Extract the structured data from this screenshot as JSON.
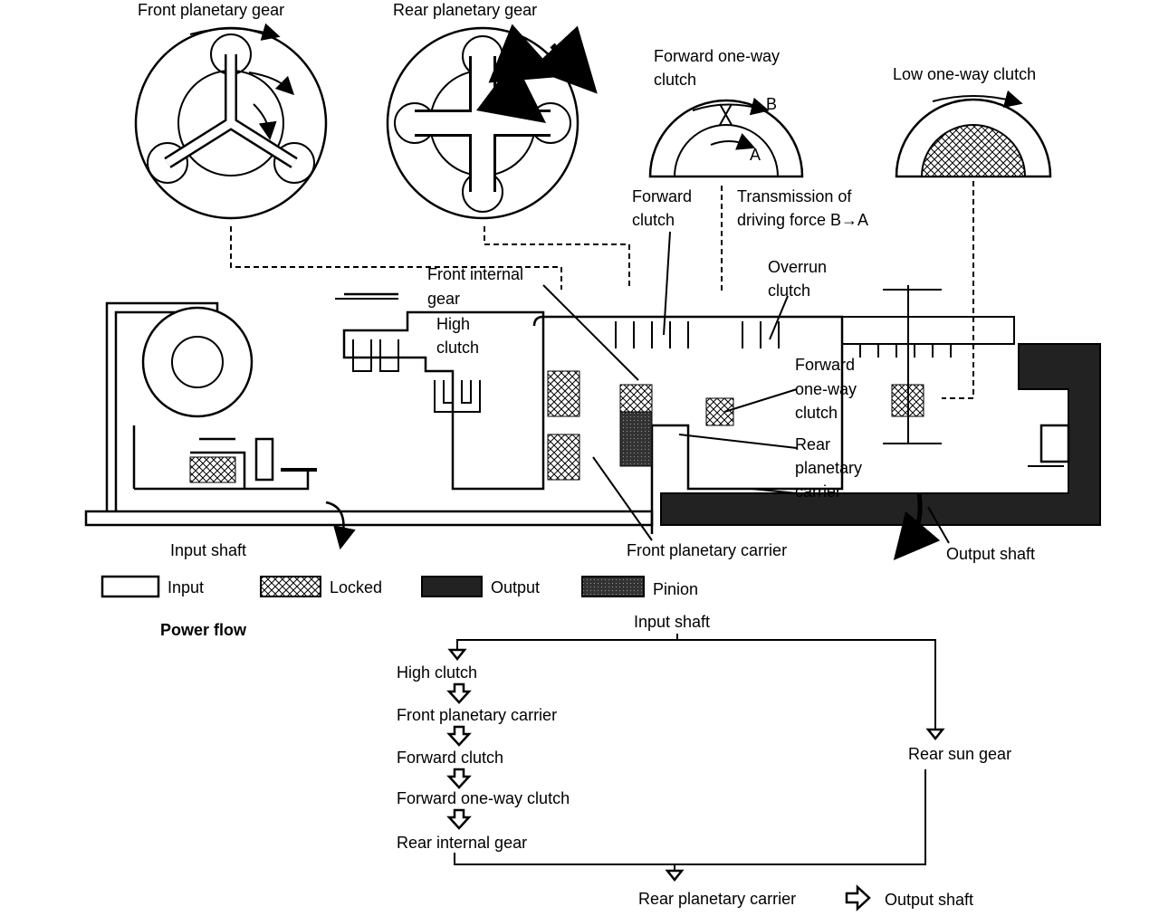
{
  "labels": {
    "front_planetary_gear": "Front planetary gear",
    "rear_planetary_gear": "Rear planetary gear",
    "forward_one_way_clutch_top_1": "Forward one-way",
    "forward_one_way_clutch_top_2": "clutch",
    "b": "B",
    "a": "A",
    "low_one_way_clutch": "Low one-way clutch",
    "forward_clutch_1": "Forward",
    "forward_clutch_2": "clutch",
    "transmission_1": "Transmission of",
    "transmission_2": "driving force B→A",
    "front_internal_gear_1": "Front internal",
    "front_internal_gear_2": "gear",
    "overrun_clutch_1": "Overrun",
    "overrun_clutch_2": "clutch",
    "high_clutch_1": "High",
    "high_clutch_2": "clutch",
    "forward_one_way_clutch_1": "Forward",
    "forward_one_way_clutch_2": "one-way",
    "forward_one_way_clutch_3": "clutch",
    "rear_planetary_carrier_1": "Rear",
    "rear_planetary_carrier_2": "planetary",
    "rear_planetary_carrier_3": "carrier",
    "input_shaft": "Input shaft",
    "front_planetary_carrier": "Front planetary carrier",
    "output_shaft": "Output shaft"
  },
  "legend": [
    {
      "label": "Input",
      "pattern": "white"
    },
    {
      "label": "Locked",
      "pattern": "crosshatch"
    },
    {
      "label": "Output",
      "pattern": "dark"
    },
    {
      "label": "Pinion",
      "pattern": "dark-stipple"
    }
  ],
  "power_flow": {
    "title": "Power flow",
    "start": "Input shaft",
    "left_branch": [
      "High clutch",
      "Front planetary carrier",
      "Forward clutch",
      "Forward one-way clutch",
      "Rear internal gear"
    ],
    "right_branch": [
      "Rear sun gear"
    ],
    "end": "Rear planetary carrier",
    "final": "Output shaft"
  }
}
